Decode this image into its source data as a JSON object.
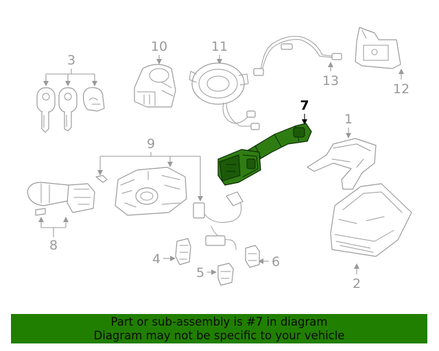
{
  "callouts": {
    "c1": "1",
    "c2": "2",
    "c3": "3",
    "c4": "4",
    "c5": "5",
    "c6": "6",
    "c7": "7",
    "c8": "8",
    "c9": "9",
    "c10": "10",
    "c11": "11",
    "c12": "12",
    "c13": "13"
  },
  "highlight": {
    "part": "7",
    "color": "#2f7d12"
  },
  "colors": {
    "line": "#9a9a9a",
    "banner": "#217f00"
  },
  "banner": {
    "line1": "Part or sub-assembly is #7 in diagram",
    "line2": "Diagram may not be specific to your vehicle"
  }
}
